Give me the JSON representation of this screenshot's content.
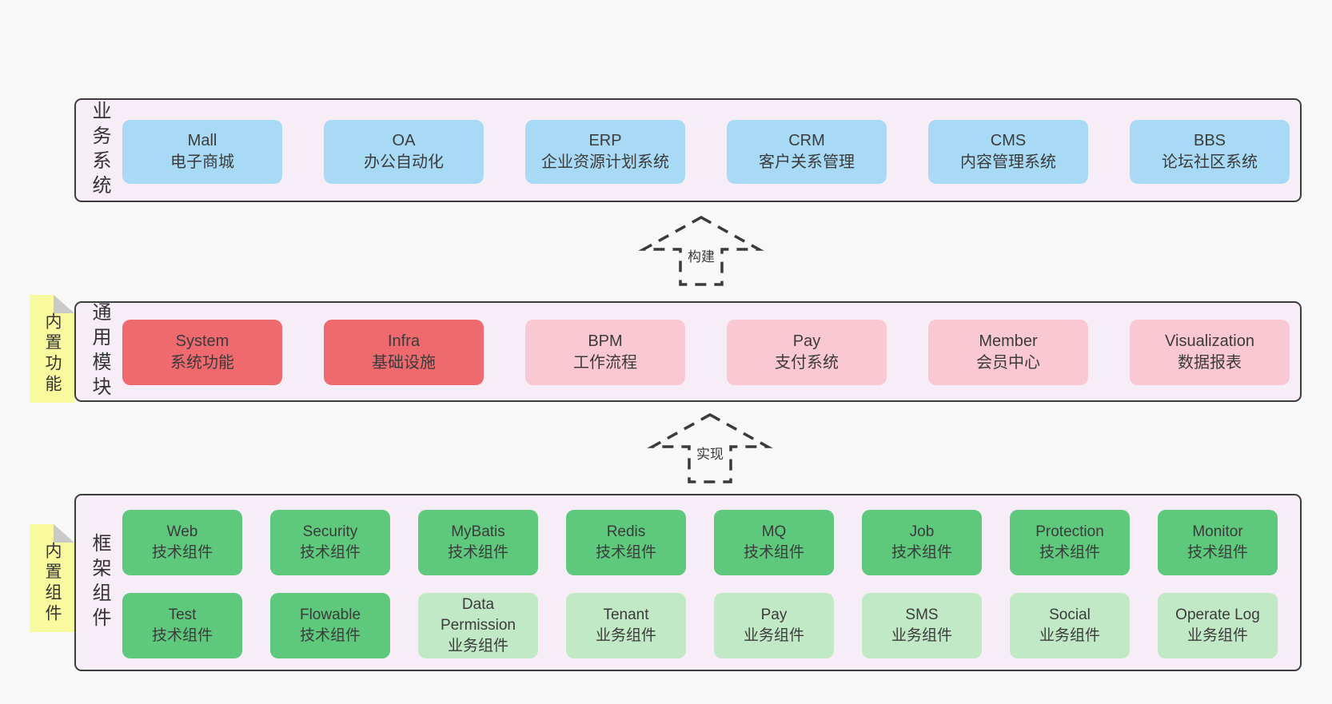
{
  "palette": {
    "page_bg": "#f8f8f8",
    "band_bg": "#f7edf7",
    "band_border": "#3d3d3d",
    "business_system_box": "#a8daf5",
    "core_module_box": "#ee6a6e",
    "extension_module_box": "#f9c8d2",
    "tech_component_box": "#5ec87c",
    "biz_component_box": "#c2e9c6",
    "sticky_note": "#f9f99d",
    "sticky_note_fold": "#c9c9c9"
  },
  "arrows": [
    {
      "label": "构建"
    },
    {
      "label": "实现"
    }
  ],
  "bands": [
    {
      "label": "业务系统",
      "boxes": [
        {
          "name": "Mall",
          "desc": "电子商城",
          "type": "blue"
        },
        {
          "name": "OA",
          "desc": "办公自动化",
          "type": "blue"
        },
        {
          "name": "ERP",
          "desc": "企业资源计划系统",
          "type": "blue"
        },
        {
          "name": "CRM",
          "desc": "客户关系管理",
          "type": "blue"
        },
        {
          "name": "CMS",
          "desc": "内容管理系统",
          "type": "blue"
        },
        {
          "name": "BBS",
          "desc": "论坛社区系统",
          "type": "blue"
        }
      ]
    },
    {
      "label": "通用模块",
      "note": "内置功能",
      "boxes": [
        {
          "name": "System",
          "desc": "系统功能",
          "type": "red"
        },
        {
          "name": "Infra",
          "desc": "基础设施",
          "type": "red"
        },
        {
          "name": "BPM",
          "desc": "工作流程",
          "type": "pink"
        },
        {
          "name": "Pay",
          "desc": "支付系统",
          "type": "pink"
        },
        {
          "name": "Member",
          "desc": "会员中心",
          "type": "pink"
        },
        {
          "name": "Visualization",
          "desc": "数据报表",
          "type": "pink"
        }
      ]
    },
    {
      "label": "框架组件",
      "note": "内置组件",
      "rows": [
        {
          "boxes": [
            {
              "name": "Web",
              "desc": "技术组件",
              "type": "green"
            },
            {
              "name": "Security",
              "desc": "技术组件",
              "type": "green"
            },
            {
              "name": "MyBatis",
              "desc": "技术组件",
              "type": "green"
            },
            {
              "name": "Redis",
              "desc": "技术组件",
              "type": "green"
            },
            {
              "name": "MQ",
              "desc": "技术组件",
              "type": "green"
            },
            {
              "name": "Job",
              "desc": "技术组件",
              "type": "green"
            },
            {
              "name": "Protection",
              "desc": "技术组件",
              "type": "green"
            },
            {
              "name": "Monitor",
              "desc": "技术组件",
              "type": "green"
            }
          ]
        },
        {
          "boxes": [
            {
              "name": "Test",
              "desc": "技术组件",
              "type": "green"
            },
            {
              "name": "Flowable",
              "desc": "技术组件",
              "type": "green"
            },
            {
              "name": "Data Permission",
              "desc": "业务组件",
              "type": "green-light"
            },
            {
              "name": "Tenant",
              "desc": "业务组件",
              "type": "green-light"
            },
            {
              "name": "Pay",
              "desc": "业务组件",
              "type": "green-light"
            },
            {
              "name": "SMS",
              "desc": "业务组件",
              "type": "green-light"
            },
            {
              "name": "Social",
              "desc": "业务组件",
              "type": "green-light"
            },
            {
              "name": "Operate Log",
              "desc": "业务组件",
              "type": "green-light"
            }
          ]
        }
      ]
    }
  ]
}
